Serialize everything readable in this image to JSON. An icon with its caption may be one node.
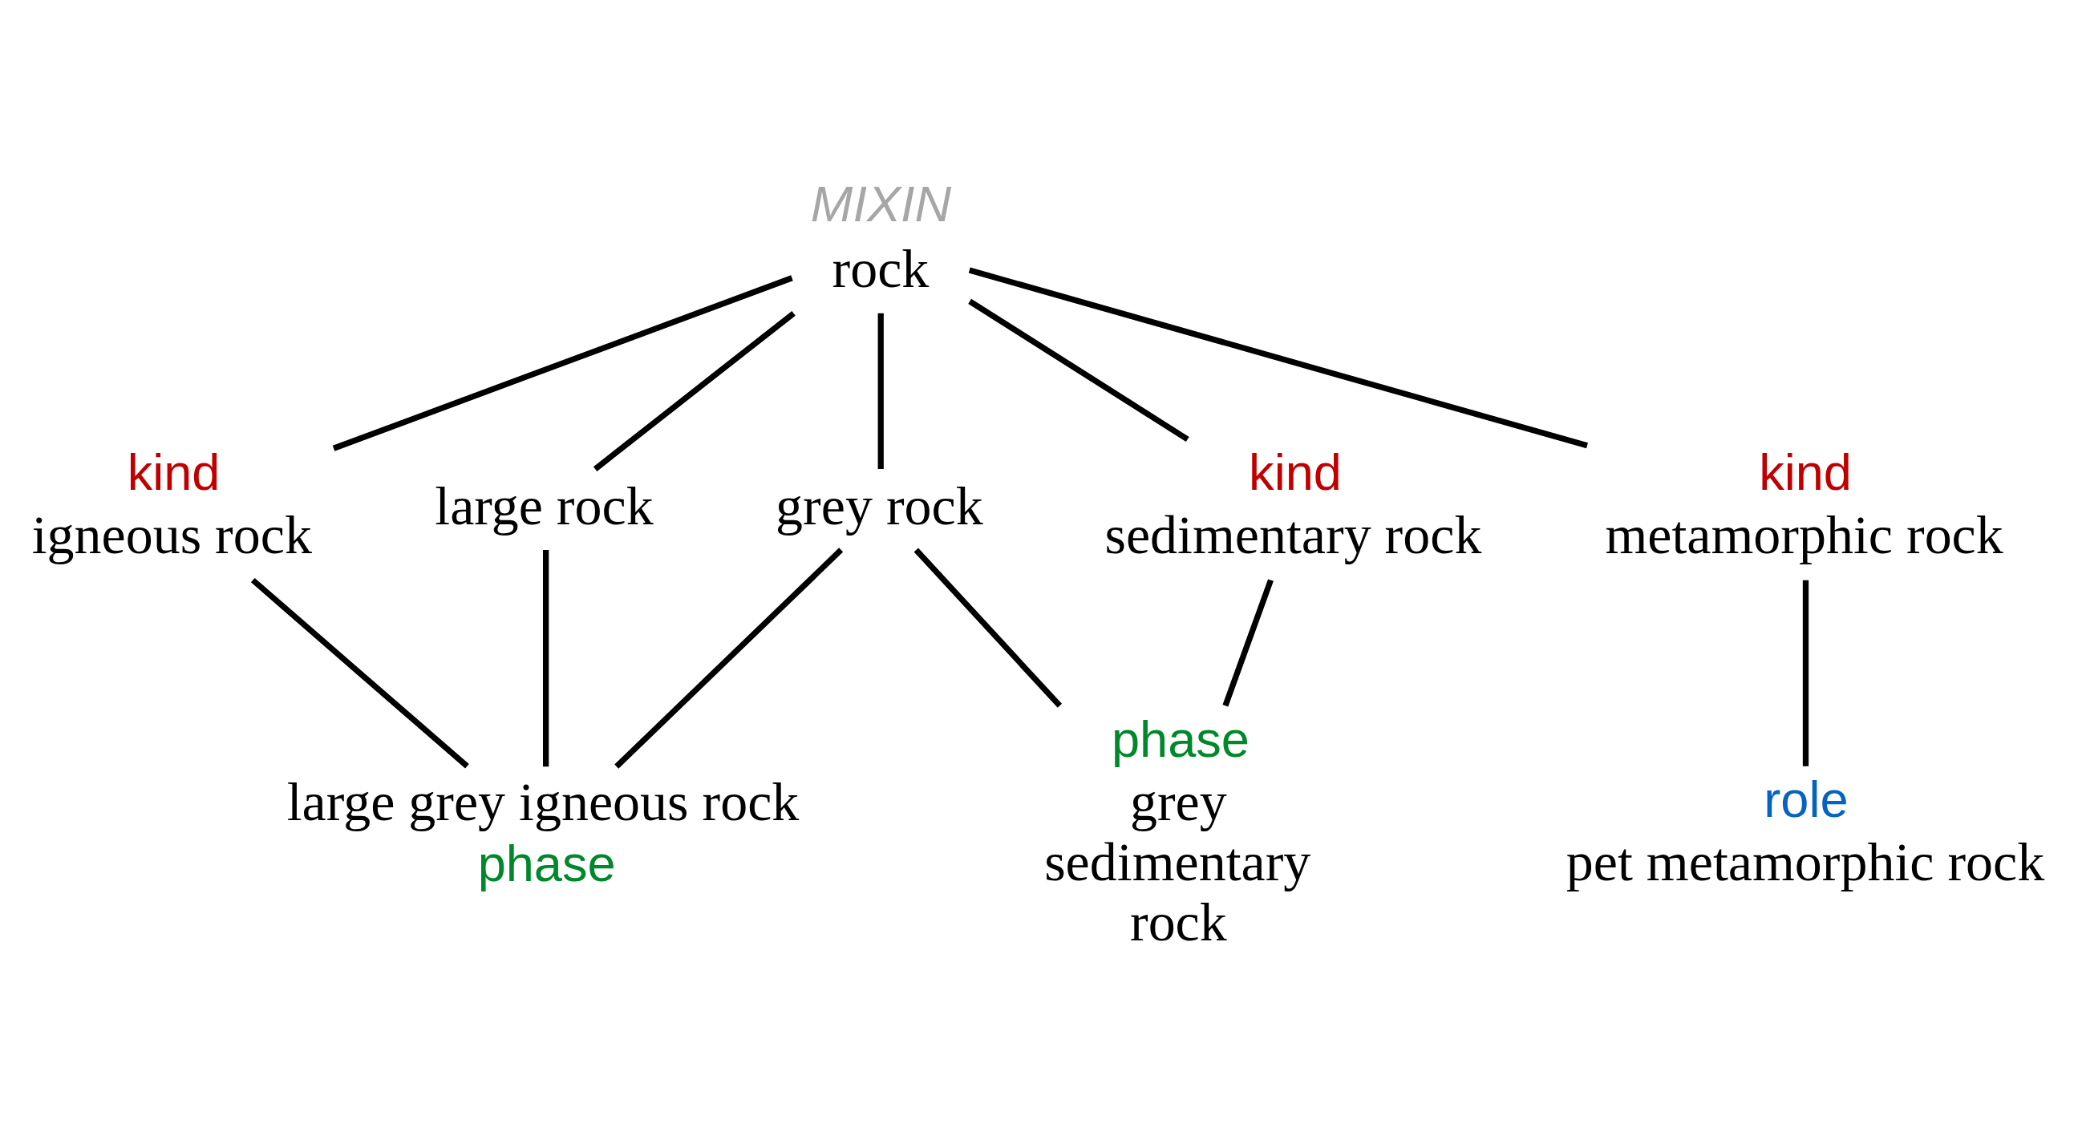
{
  "diagram": {
    "nodes": [
      {
        "text": [
          "rock"
        ],
        "beside": [
          "MIXIN"
        ]
      },
      {
        "text": [
          "igneous rock"
        ],
        "beside": [
          "kind"
        ]
      },
      {
        "text": [
          "large rock"
        ]
      },
      {
        "text": [
          "sedimentary rock"
        ],
        "beside": [
          "kind"
        ]
      },
      {
        "text": [
          "grey rock"
        ]
      },
      {
        "text": [
          "metamorphic rock"
        ],
        "beside": [
          "kind"
        ]
      },
      {
        "text": [
          "grey sedimentary rock"
        ],
        "beside": [
          "phase"
        ]
      },
      {
        "text": [
          "pet metamorphic rock"
        ],
        "beside": [
          "role"
        ]
      },
      {
        "text": [
          "large grey igneous rock"
        ],
        "beside": [
          "phase"
        ]
      }
    ],
    "edges": [
      {
        "from": 0,
        "to": 1,
        "arrow": "none"
      },
      {
        "from": 0,
        "to": 2,
        "arrow": "none"
      },
      {
        "from": 0,
        "to": 3,
        "arrow": "none"
      },
      {
        "from": 0,
        "to": 4,
        "arrow": "none"
      },
      {
        "from": 0,
        "to": 5,
        "arrow": "none"
      },
      {
        "from": 3,
        "to": 6,
        "arrow": "none"
      },
      {
        "from": 4,
        "to": 6,
        "arrow": "none"
      },
      {
        "from": 5,
        "to": 7,
        "arrow": "none"
      },
      {
        "from": 1,
        "to": 8,
        "arrow": "none"
      },
      {
        "from": 2,
        "to": 8,
        "arrow": "none"
      },
      {
        "from": 4,
        "to": 8,
        "arrow": "none"
      }
    ]
  }
}
